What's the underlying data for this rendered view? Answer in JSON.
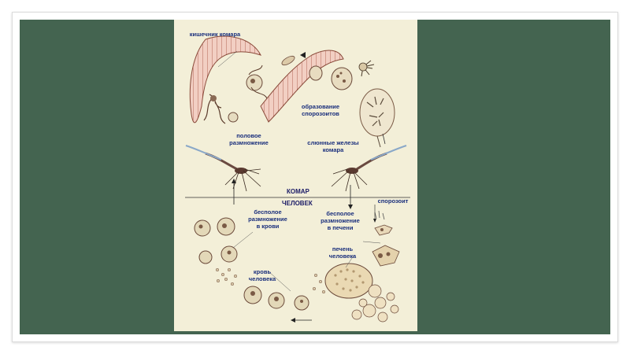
{
  "diagram": {
    "labels": {
      "mosquito_gut": "кишечник комара",
      "sporozoite_formation": "образование\nспорозоитов",
      "sexual_reproduction": "половое\nразмножение",
      "salivary_glands": "слюнные железы\nкомара",
      "mosquito": "КОМАР",
      "human": "ЧЕЛОВЕК",
      "sporozoite": "спорозоит",
      "asexual_blood": "бесполое\nразмножение\nв крови",
      "asexual_liver": "бесполое\nразмножение\nв печени",
      "human_liver": "печень\nчеловека",
      "human_blood": "кровь\nчеловека"
    },
    "colors": {
      "panel": "#446450",
      "background": "#f3efd8",
      "text": "#1a2f7c",
      "cell_outline": "#8a4a3a",
      "gut_fill": "#f0c9bd"
    }
  }
}
